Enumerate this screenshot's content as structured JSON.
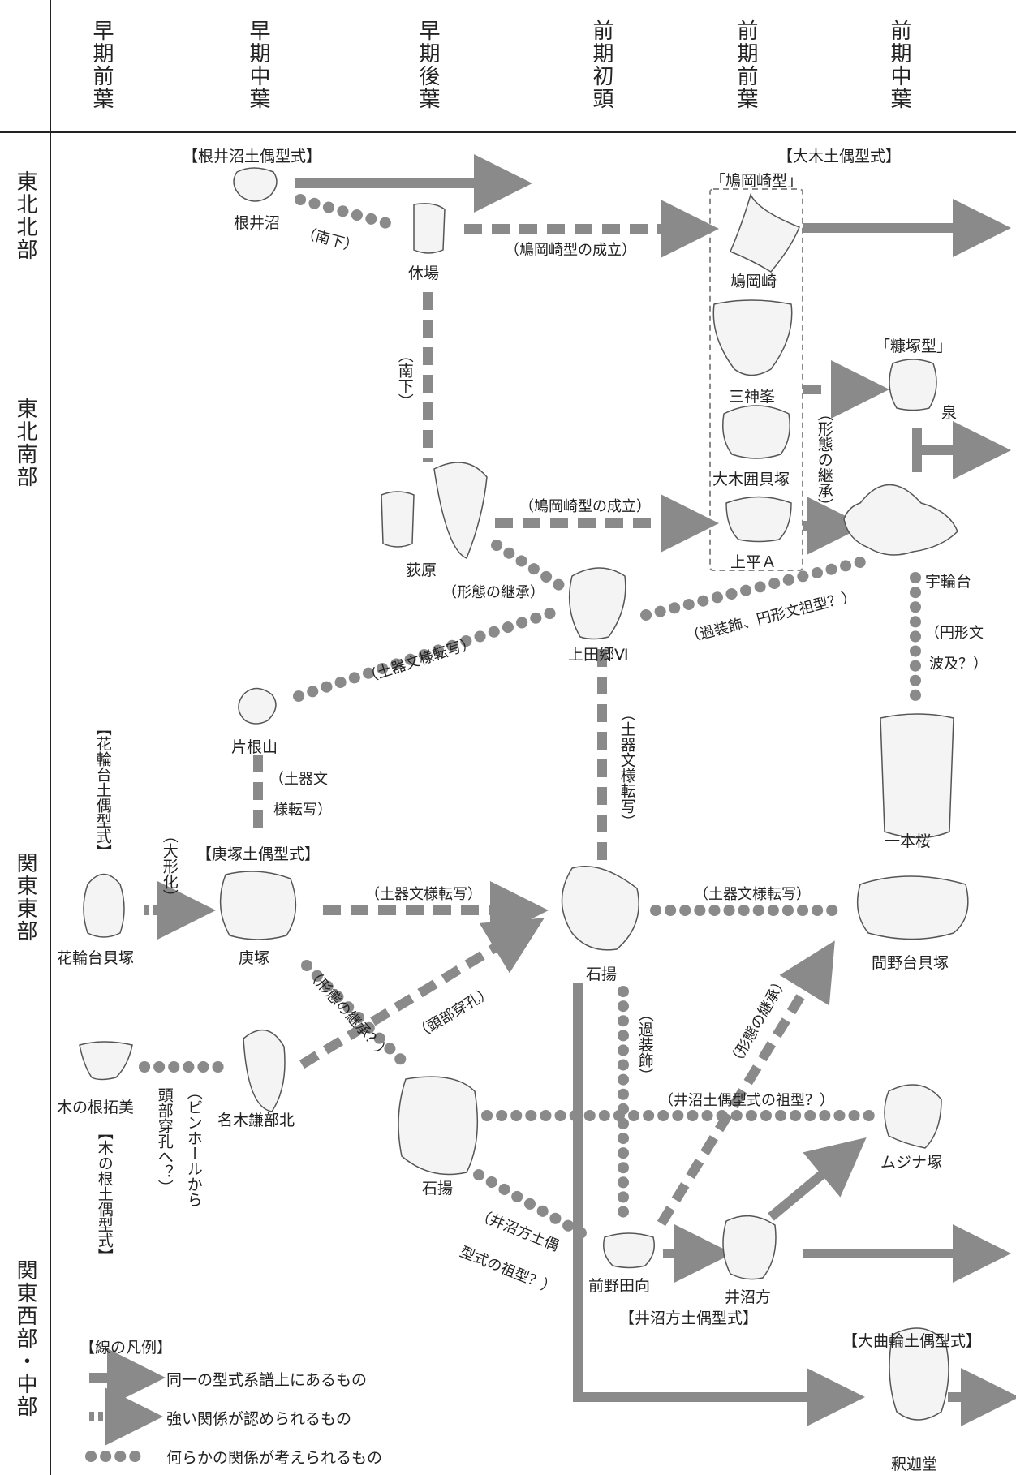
{
  "periods": [
    "早期前葉",
    "早期中葉",
    "早期後葉",
    "前期初頭",
    "前期前葉",
    "前期中葉"
  ],
  "regions": [
    "東北北部",
    "東北南部",
    "関東東部",
    "関東西部・中部"
  ],
  "types": {
    "nei": "【根井沼土偶型式】",
    "ogi": "【大木土偶型式】",
    "hanawa": "【花輪台土偶型式】",
    "kou": "【庚塚土偶型式】",
    "kinone": "【木の根土偶型式】",
    "inuma": "【井沼方土偶型式】",
    "omagari": "【大曲輪土偶型式】"
  },
  "subtypes": {
    "hatoka": "「鳩岡崎型」",
    "nukazuka": "「糠塚型」"
  },
  "sites": {
    "neinuma": "根井沼",
    "kyuba": "休場",
    "hatookazaki": "鳩岡崎",
    "sanjinmine": "三神峯",
    "oogakoi": "大木囲貝塚",
    "kamitaira": "上平Ａ",
    "izumi": "泉",
    "hagiwara": "荻原",
    "kamitagou": "上田郷Ⅵ",
    "uwadai": "宇輪台",
    "katane": "片根山",
    "ipponzakura": "一本桜",
    "hanawadai": "花輪台貝塚",
    "kouzuka": "庚塚",
    "ishiage1": "石揚",
    "manodai": "間野台貝塚",
    "kinone": "木の根拓美",
    "nagi": "名木鎌部北",
    "ishiage2": "石揚",
    "mujina": "ムジナ塚",
    "maenota": "前野田向",
    "inumagata": "井沼方",
    "shakado": "釈迦堂"
  },
  "notes": {
    "nanka1": "（南下）",
    "hatoka1": "（鳩岡崎型の成立）",
    "nanka2": "（南下）",
    "keitai1": "（形態の継承）",
    "hatoka2": "（鳩岡崎型の成立）",
    "keitai2": "（形態の継承）",
    "kasou1": "（過装飾、円形文祖型？）",
    "doki1": "（土器文様転写）",
    "enkei": "（円形文",
    "hakyu": "波及？）",
    "doki2": "（土器文様転写）",
    "doki3a": "（土器文",
    "doki3b": "様転写）",
    "daikei": "（大形化）",
    "doki4": "（土器文様転写）",
    "doki5": "（土器文様転写）",
    "keitai3": "（形態の継承？）",
    "toubu": "（頭部穿孔）",
    "kasou2": "（過装飾）",
    "keitai4": "（形態の継承）",
    "inuma_so": "（井沼土偶型式の祖型？）",
    "pin": "（ピンホールから",
    "pin2": "頭部穿孔へ？）",
    "inumagata_so1": "（井沼方土偶",
    "inumagata_so2": "型式の祖型？）"
  },
  "legend": {
    "title": "【線の凡例】",
    "solid": "同一の型式系譜上にあるもの",
    "dashed": "強い関係が認められるもの",
    "dotted": "何らかの関係が考えられるもの"
  }
}
